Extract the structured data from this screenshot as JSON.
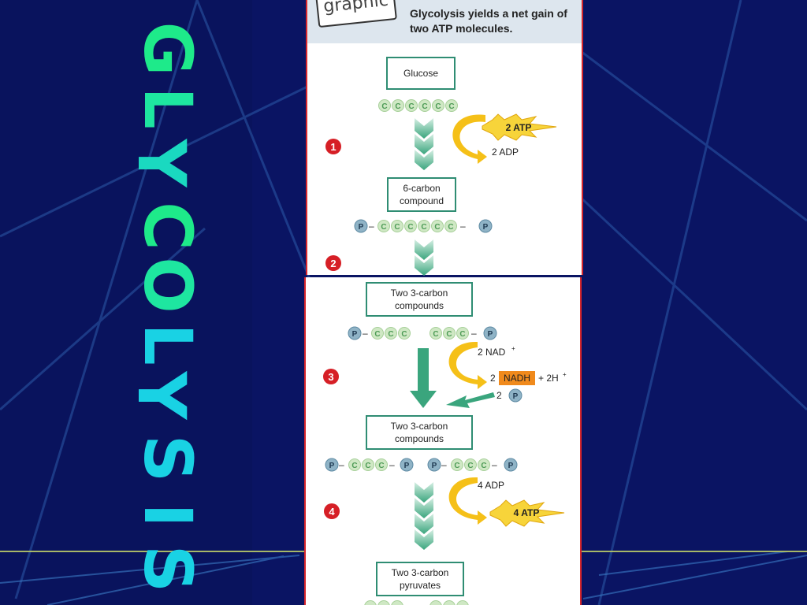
{
  "title_letters": [
    "G",
    "L",
    "Y",
    "C",
    "O",
    "L",
    "Y",
    "S",
    "I",
    "S"
  ],
  "colors": {
    "background": "#0a1463",
    "title_green": "#1eea8a",
    "title_cyan": "#19d2e4",
    "panel_border": "#d6262c",
    "carbon_fill": "#cfe8c4",
    "phosphate_fill": "#8fb3c6",
    "arrow_green": "#3aa57d",
    "atp_yellow": "#f5c018",
    "nadh_orange": "#f08a1c",
    "step_red": "#d61f26"
  },
  "header": {
    "tag": "graphic",
    "text": "Glycolysis yields a net gain of two ATP molecules."
  },
  "boxes": {
    "glucose": "Glucose",
    "six_carbon_line1": "6-carbon",
    "six_carbon_line2": "compound",
    "two3c_a_line1": "Two 3-carbon",
    "two3c_a_line2": "compounds",
    "two3c_b_line1": "Two 3-carbon",
    "two3c_b_line2": "compounds",
    "pyruvates_line1": "Two 3-carbon",
    "pyruvates_line2": "pyruvates"
  },
  "molecule_labels": {
    "carbon": "C",
    "phosphate": "P",
    "dash": "–"
  },
  "steps": [
    "1",
    "2",
    "3",
    "4"
  ],
  "reactions": {
    "step1_atp": "2 ATP",
    "step1_adp": "2 ADP",
    "step3_nad": "2 NAD",
    "step3_nad_sup": "+",
    "step3_nadh_prefix": "2",
    "step3_nadh": "NADH",
    "step3_h": "+ 2H",
    "step3_h_sup": "+",
    "step3_p_prefix": "2",
    "step4_adp": "4 ADP",
    "step4_atp": "4 ATP"
  }
}
